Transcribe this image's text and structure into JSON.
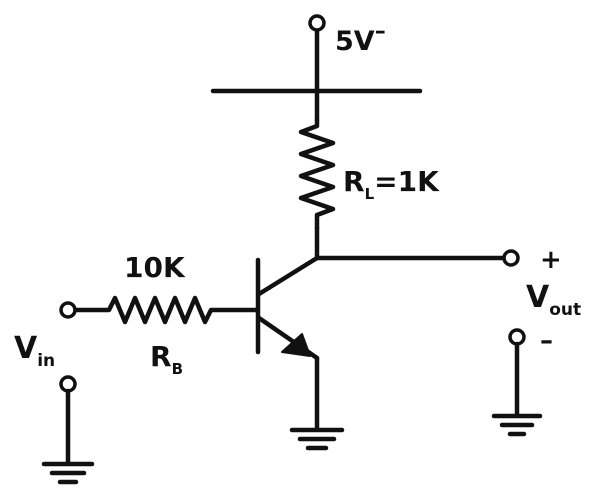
{
  "supply": {
    "label": "5V",
    "mark": "–"
  },
  "load_resistor": {
    "name": "R",
    "subscript": "L",
    "value": "=1K"
  },
  "base_resistor": {
    "value": "10K",
    "name": "R",
    "subscript": "B"
  },
  "input": {
    "name": "V",
    "subscript": "in"
  },
  "output": {
    "name": "V",
    "subscript": "out",
    "plus": "+",
    "minus": "–"
  }
}
